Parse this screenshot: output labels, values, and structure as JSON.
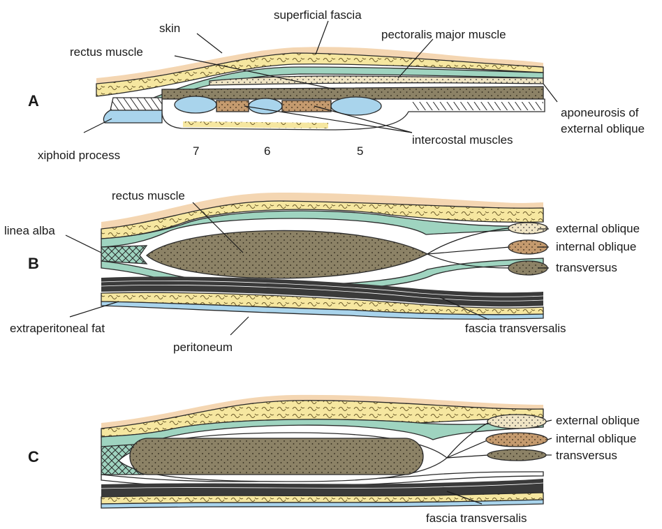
{
  "panels": {
    "a": {
      "letter": "A",
      "labels": {
        "superficial_fascia": "superficial fascia",
        "skin": "skin",
        "pectoralis_major": "pectoralis major muscle",
        "rectus_muscle": "rectus muscle",
        "aponeurosis_line1": "aponeurosis of",
        "aponeurosis_line2": "external oblique",
        "intercostal_muscles": "intercostal muscles",
        "xiphoid_process": "xiphoid process",
        "rib_7": "7",
        "rib_6": "6",
        "rib_5": "5"
      }
    },
    "b": {
      "letter": "B",
      "labels": {
        "rectus_muscle": "rectus muscle",
        "linea_alba": "linea alba",
        "external_oblique": "external oblique",
        "internal_oblique": "internal oblique",
        "transversus": "transversus",
        "extraperitoneal_fat": "extraperitoneal fat",
        "fascia_transversalis": "fascia transversalis",
        "peritoneum": "peritoneum"
      }
    },
    "c": {
      "letter": "C",
      "labels": {
        "external_oblique": "external oblique",
        "internal_oblique": "internal oblique",
        "transversus": "transversus",
        "fascia_transversalis": "fascia transversalis"
      }
    }
  },
  "colors": {
    "fat_yellow": "#f6e7a0",
    "fascia_green": "#9fd4c0",
    "muscle_brown": "#8c8266",
    "internal_oblique_orange": "#c49a6e",
    "cartilage_blue": "#a9d4ec",
    "skin_peach": "#f4d6b2",
    "pectoralis_cream": "#efe4c4",
    "ink": "#1a1a1a"
  }
}
